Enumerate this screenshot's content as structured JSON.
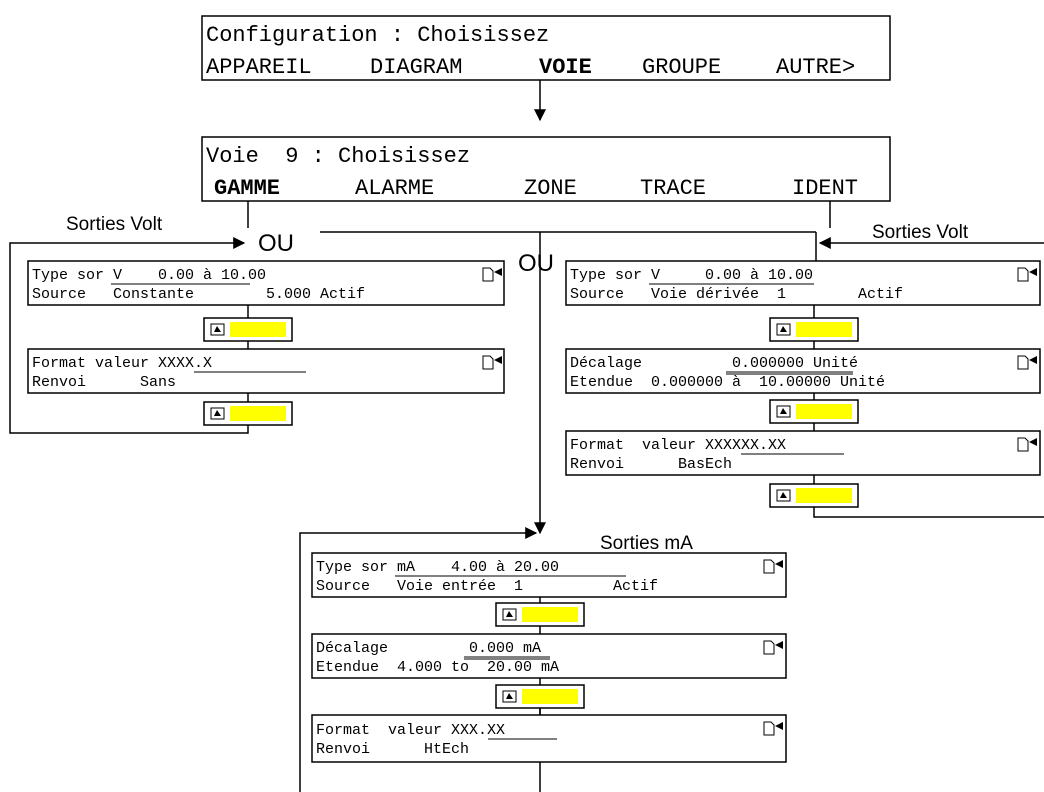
{
  "top_screen": {
    "title": "Configuration : Choisissez",
    "softkeys": [
      "APPAREIL",
      "DIAGRAM",
      "VOIE",
      "GROUPE",
      "AUTRE>"
    ]
  },
  "channel_screen": {
    "title": "Voie  9 : Choisissez",
    "softkeys": [
      "GAMME",
      "ALARME",
      "ZONE",
      "TRACE",
      "IDENT"
    ]
  },
  "labels": {
    "sorties_volt_left": "Sorties Volt",
    "sorties_volt_right": "Sorties Volt",
    "ou_left": "OU",
    "ou_middle": "OU",
    "sorties_ma": "Sorties mA"
  },
  "left_branch": {
    "box1": {
      "line1": "Type sor V    0.00 à 10.00",
      "line2": "Source   Constante        5.000 Actif"
    },
    "box2": {
      "line1": "Format valeur XXXX.X",
      "line2": "Renvoi      Sans"
    }
  },
  "right_branch": {
    "box1": {
      "line1": "Type sor V     0.00 à 10.00",
      "line2": "Source   Voie dérivée  1        Actif"
    },
    "box2": {
      "line1": "Décalage          0.000000 Unité",
      "line2": "Etendue  0.000000 à  10.00000 Unité"
    },
    "box3": {
      "line1": "Format  valeur XXXXXX.XX",
      "line2": "Renvoi      BasEch"
    }
  },
  "ma_branch": {
    "box1": {
      "line1": "Type sor mA    4.00 à 20.00",
      "line2": "Source   Voie entrée  1          Actif"
    },
    "box2": {
      "line1": "Décalage         0.000 mA",
      "line2": "Etendue  4.000 to  20.00 mA"
    },
    "box3": {
      "line1": "Format  valeur XXX.XX",
      "line2": "Renvoi      HtEch"
    }
  },
  "colors": {
    "highlight": "#ffff00",
    "line": "#000000",
    "background": "#ffffff"
  },
  "icons": {
    "page": "page-icon",
    "edit_key": "edit-key-icon"
  }
}
